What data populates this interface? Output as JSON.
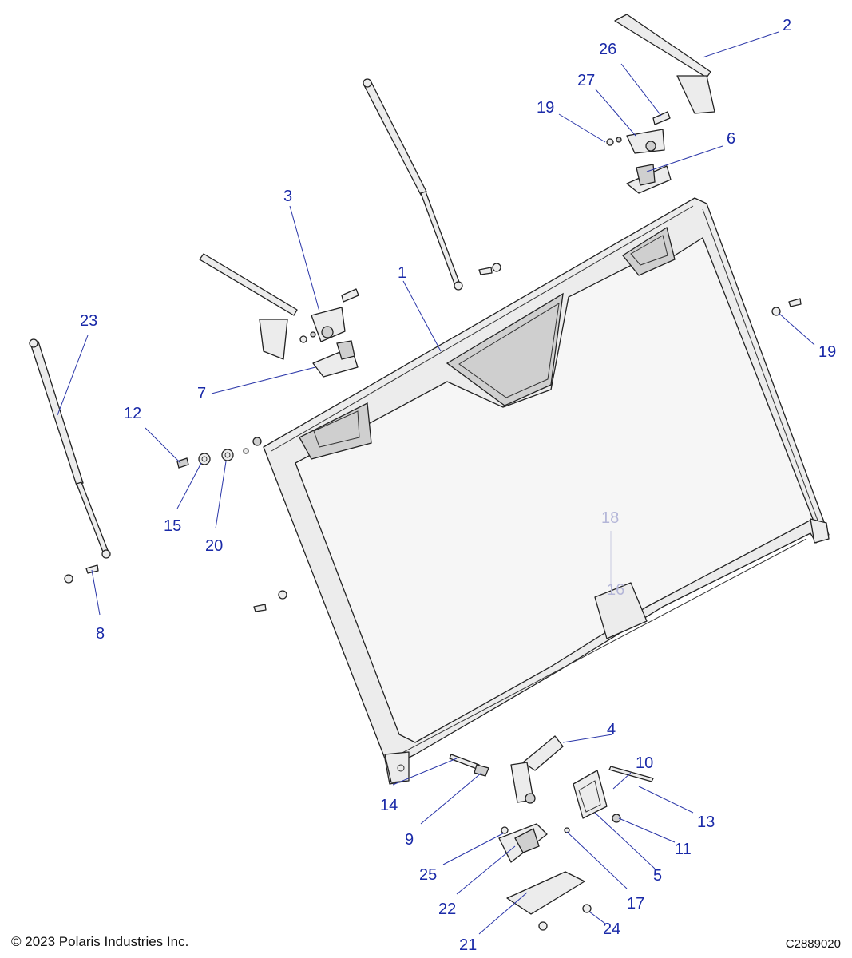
{
  "figure": {
    "copyright": "© 2023 Polaris Industries Inc.",
    "drawing_number": "C2889020"
  },
  "callouts": [
    {
      "id": "c1",
      "label": "1"
    },
    {
      "id": "c2",
      "label": "2"
    },
    {
      "id": "c3",
      "label": "3"
    },
    {
      "id": "c4",
      "label": "4"
    },
    {
      "id": "c5",
      "label": "5"
    },
    {
      "id": "c6",
      "label": "6"
    },
    {
      "id": "c7",
      "label": "7"
    },
    {
      "id": "c8",
      "label": "8"
    },
    {
      "id": "c9",
      "label": "9"
    },
    {
      "id": "c10",
      "label": "10"
    },
    {
      "id": "c11",
      "label": "11"
    },
    {
      "id": "c12",
      "label": "12"
    },
    {
      "id": "c13",
      "label": "13"
    },
    {
      "id": "c14",
      "label": "14"
    },
    {
      "id": "c15",
      "label": "15"
    },
    {
      "id": "c16",
      "label": "16"
    },
    {
      "id": "c17",
      "label": "17"
    },
    {
      "id": "c18",
      "label": "18"
    },
    {
      "id": "c19a",
      "label": "19"
    },
    {
      "id": "c19b",
      "label": "19"
    },
    {
      "id": "c20",
      "label": "20"
    },
    {
      "id": "c21",
      "label": "21"
    },
    {
      "id": "c22",
      "label": "22"
    },
    {
      "id": "c23",
      "label": "23"
    },
    {
      "id": "c24",
      "label": "24"
    },
    {
      "id": "c25",
      "label": "25"
    },
    {
      "id": "c26",
      "label": "26"
    },
    {
      "id": "c27",
      "label": "27"
    }
  ]
}
